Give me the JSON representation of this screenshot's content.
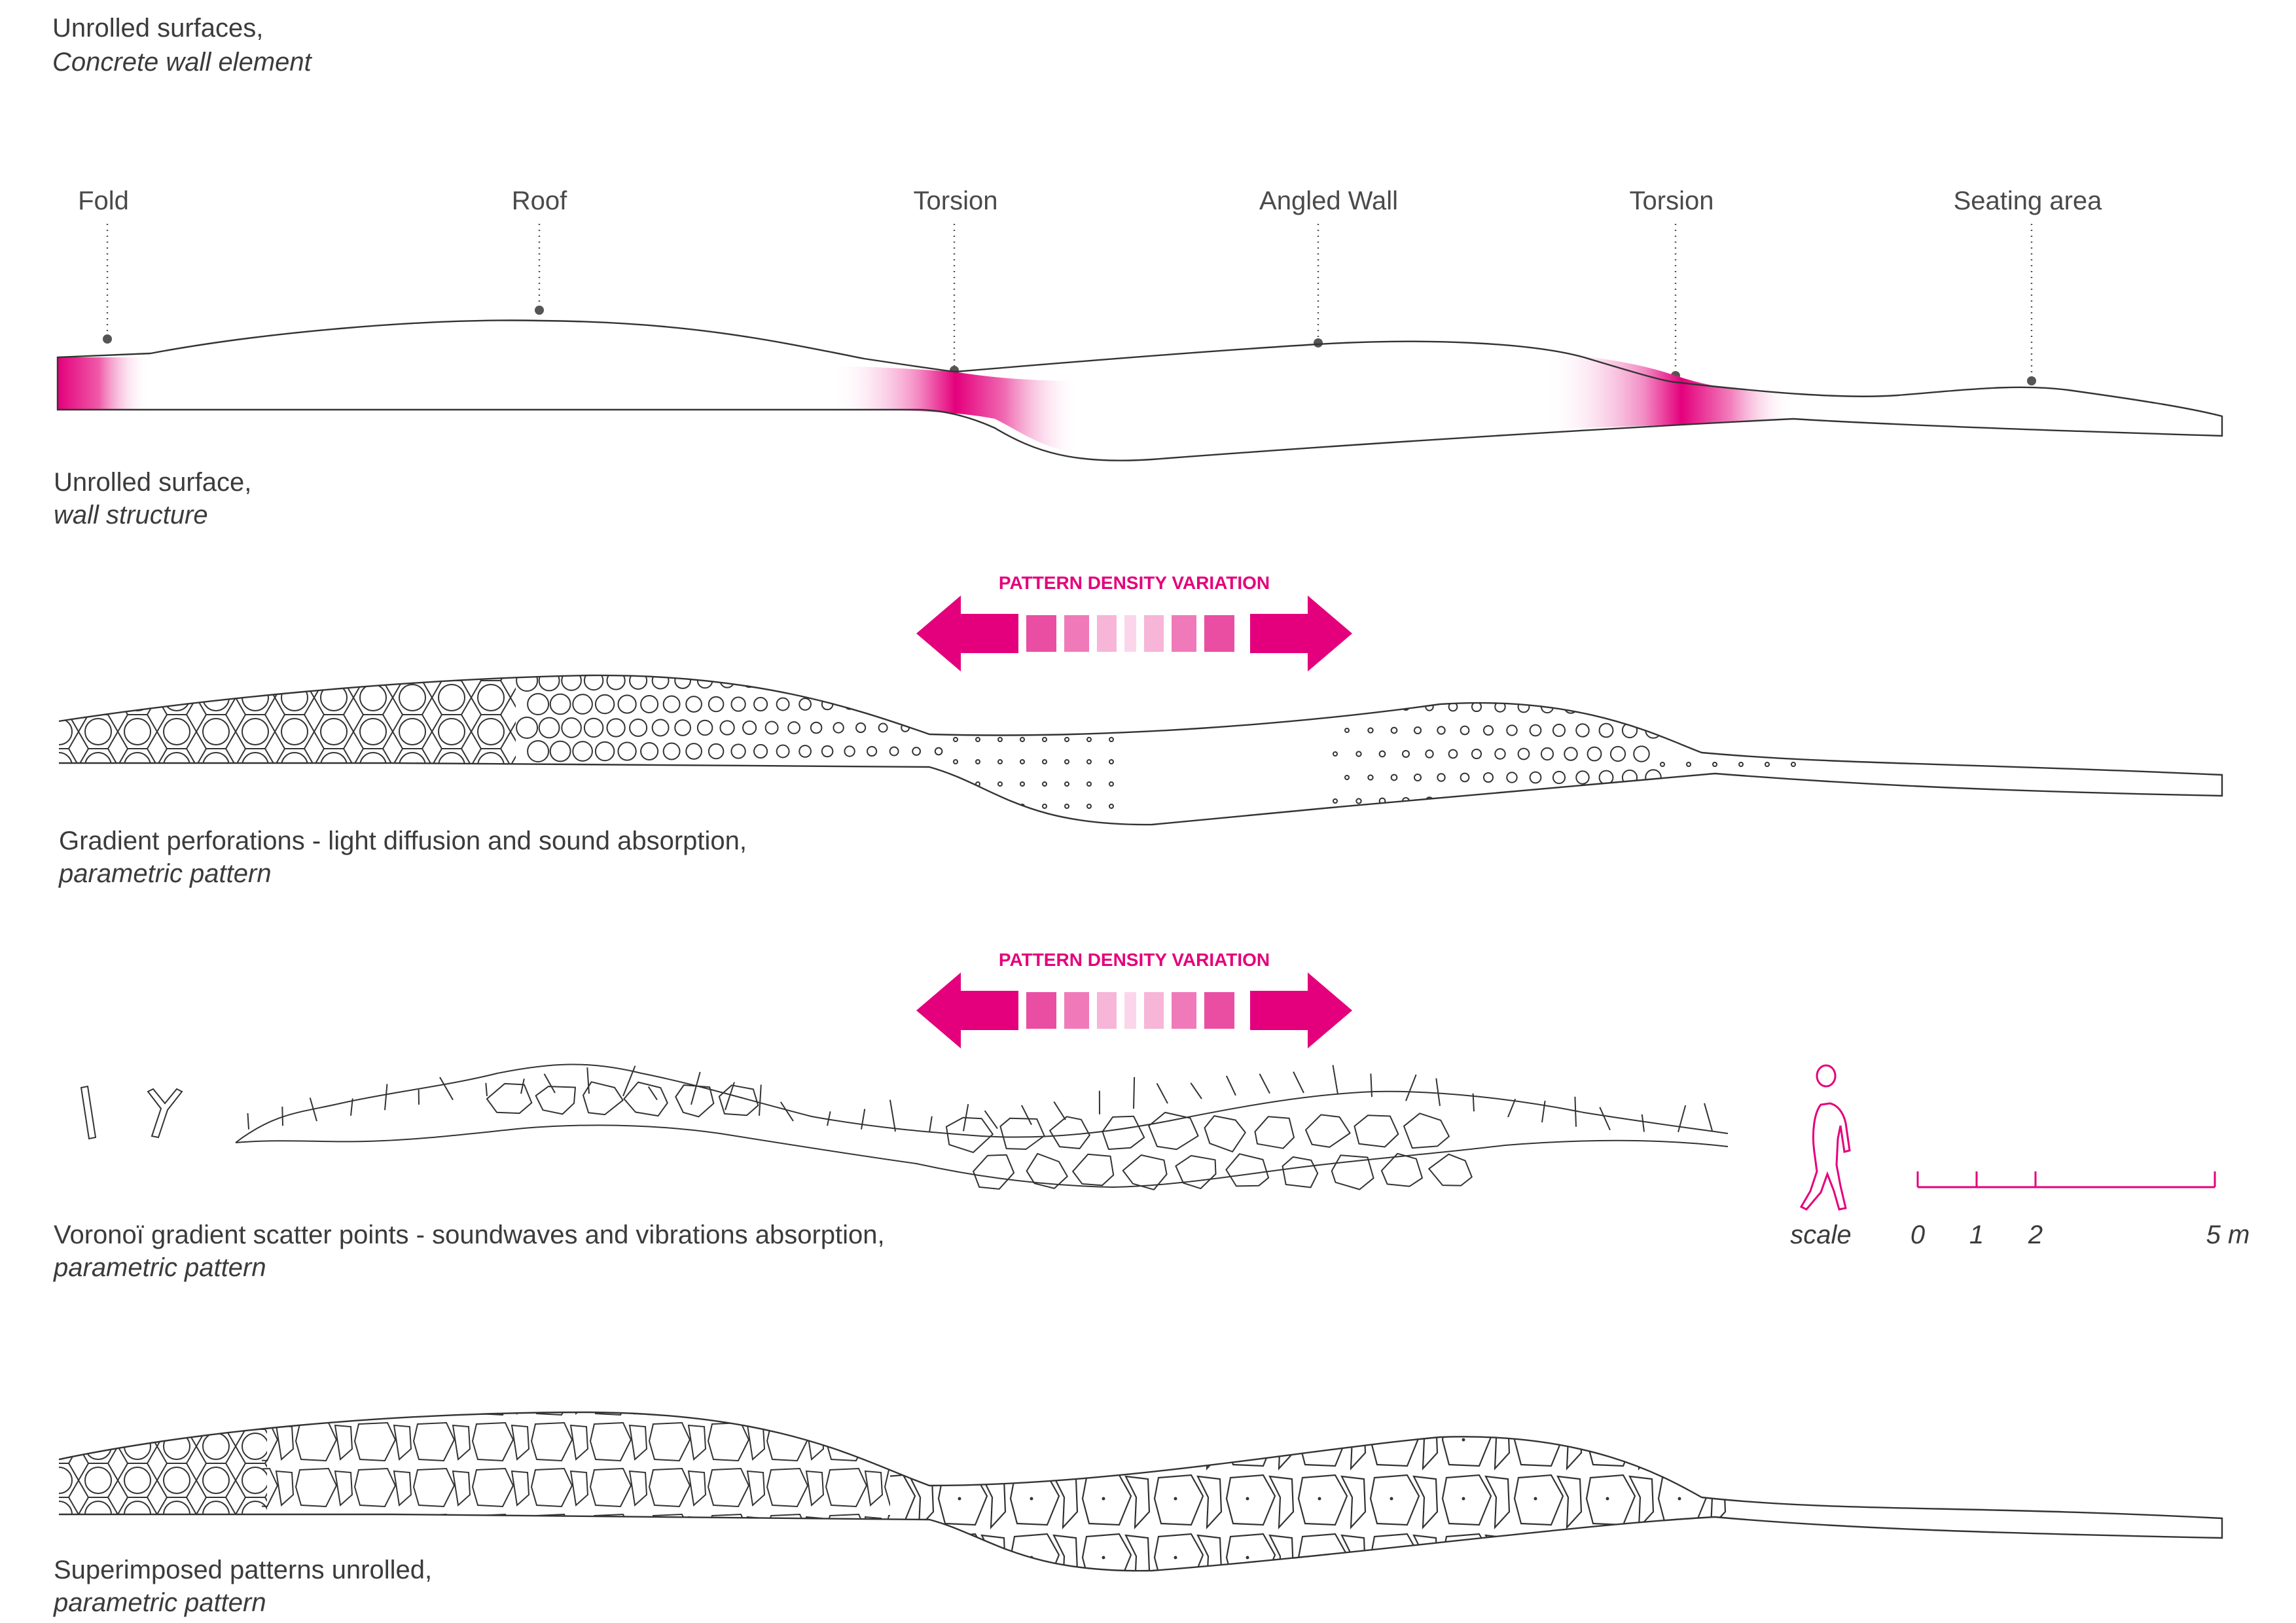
{
  "accent_color": "#e4007c",
  "header": {
    "title_line1": "Unrolled surfaces,",
    "title_line2": "Concrete wall element"
  },
  "callouts": [
    "Fold",
    "Roof",
    "Torsion",
    "Angled Wall",
    "Torsion",
    "Seating area"
  ],
  "sections": {
    "wall_structure": {
      "line1": "Unrolled surface,",
      "line2": "wall structure"
    },
    "perforations": {
      "line1": "Gradient perforations - light diffusion and sound absorption,",
      "line2": "parametric pattern"
    },
    "voronoi": {
      "line1": "Voronoï gradient scatter points - soundwaves and vibrations absorption,",
      "line2": "parametric pattern"
    },
    "superimposed": {
      "line1": "Superimposed patterns unrolled,",
      "line2": "parametric pattern"
    }
  },
  "density_label": "PATTERN DENSITY VARIATION",
  "scale": {
    "label": "scale",
    "ticks": [
      "0",
      "1",
      "2",
      "5 m"
    ],
    "tick_values_m": [
      0,
      1,
      2,
      5
    ]
  }
}
